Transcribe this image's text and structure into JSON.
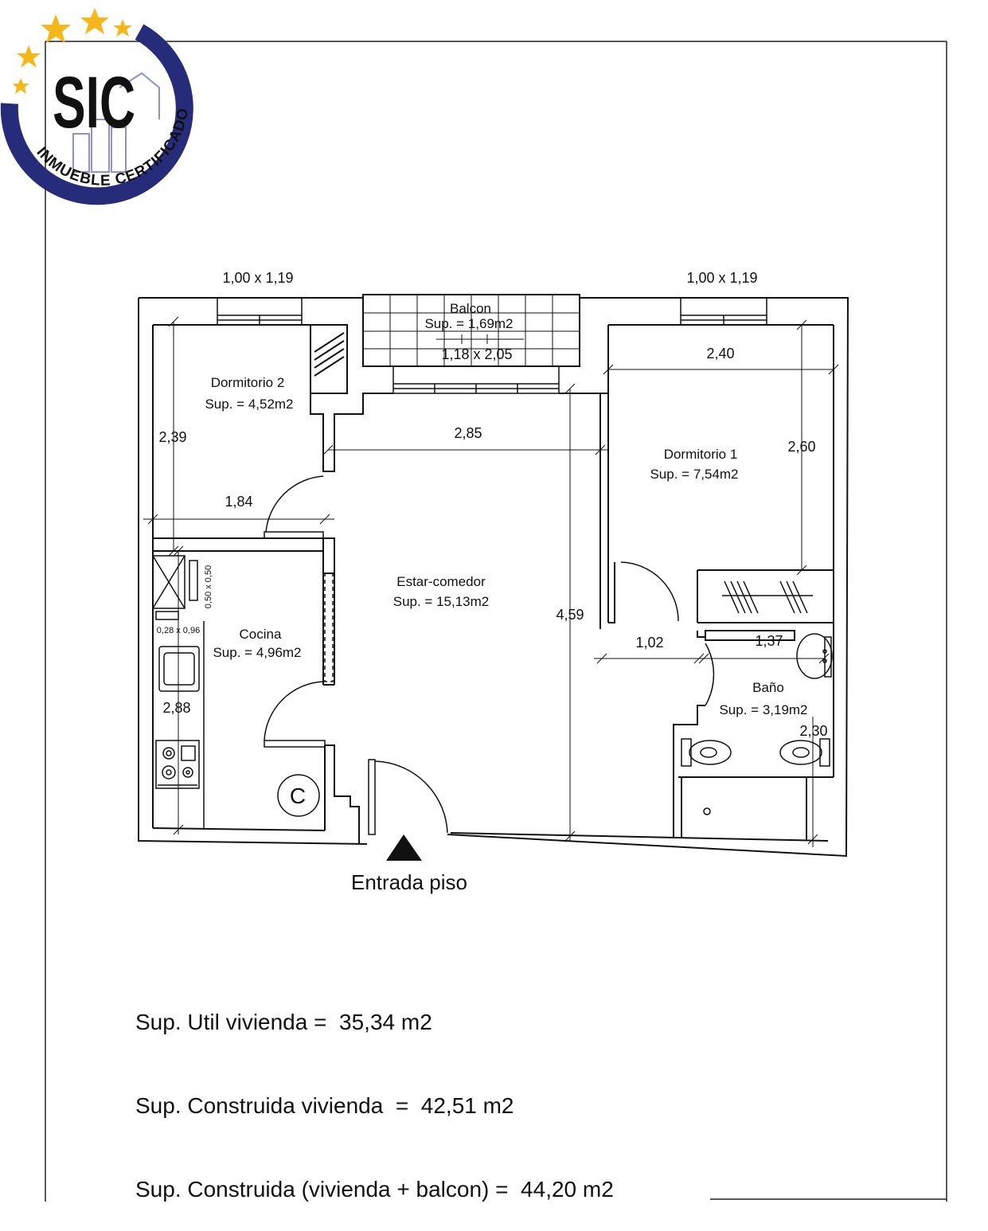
{
  "seal": {
    "brand": "SIC",
    "ring_text": "INMUEBLE CERTIFICADO",
    "navy": "#262B7A",
    "star_color": "#F6B71A",
    "building_color": "#8E92C7",
    "icon": "certified-seal-icon"
  },
  "plan": {
    "windows": {
      "left": "1,00 x 1,19",
      "right": "1,00 x 1,19"
    },
    "rooms": {
      "balcon": {
        "name": "Balcon",
        "area": "Sup. = 1,69m2",
        "dims": "1,18 x 2,05"
      },
      "dormitorio2": {
        "name": "Dormitorio 2",
        "area": "Sup. = 4,52m2"
      },
      "dormitorio1": {
        "name": "Dormitorio 1",
        "area": "Sup. = 7,54m2"
      },
      "estar": {
        "name": "Estar-comedor",
        "area": "Sup. = 15,13m2"
      },
      "cocina": {
        "name": "Cocina",
        "area": "Sup. = 4,96m2"
      },
      "bano": {
        "name": "Baño",
        "area": "Sup. = 3,19m2"
      }
    },
    "dims": {
      "d240": "2,40",
      "d285": "2,85",
      "d239": "2,39",
      "d260": "2,60",
      "d184": "1,84",
      "d459": "4,59",
      "d102": "1,02",
      "d137": "1,37",
      "d288": "2,88",
      "d230": "2,30",
      "d050": "0,50 x 0,50",
      "d028": "0,28 x 0,96"
    },
    "boiler": "C",
    "entrance": "Entrada piso"
  },
  "summary": {
    "util": "Sup. Util vivienda =  35,34 m2",
    "construida": "Sup. Construida vivienda  =  42,51 m2",
    "construida_balcon": "Sup. Construida (vivienda + balcon) =  44,20 m2"
  }
}
